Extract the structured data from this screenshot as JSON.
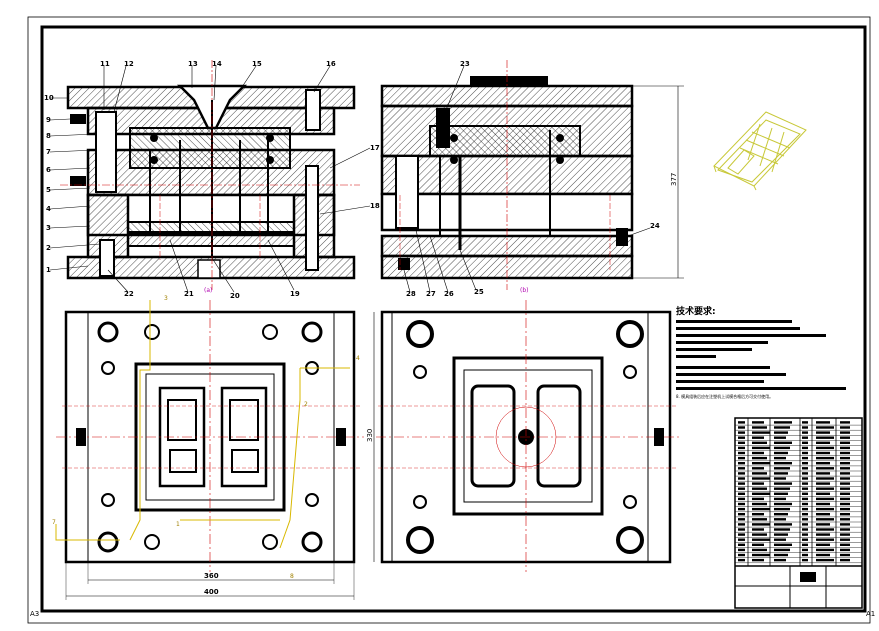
{
  "callouts_left": [
    "1",
    "2",
    "3",
    "4",
    "5",
    "6",
    "7",
    "8",
    "9",
    "10",
    "11",
    "12",
    "13",
    "14",
    "15",
    "16",
    "17",
    "18",
    "19",
    "20",
    "21",
    "22"
  ],
  "callouts_right": [
    "23",
    "24",
    "25",
    "26",
    "27",
    "28"
  ],
  "dimensions": {
    "overall_height": "377",
    "plate_width_inner": "360",
    "plate_width_outer": "400",
    "plate_height_plan": "330"
  },
  "section_marks": [
    "(a)",
    "(b)"
  ],
  "technical_requirements": {
    "title": "技术要求:",
    "last_line": "8. 模具组装后应在注塑机上试模合格后方可交付使用。"
  },
  "aux_marks": [
    "3",
    "4",
    "7",
    "8",
    "2",
    "1"
  ],
  "corner_marks": [
    "A3",
    "A1"
  ]
}
